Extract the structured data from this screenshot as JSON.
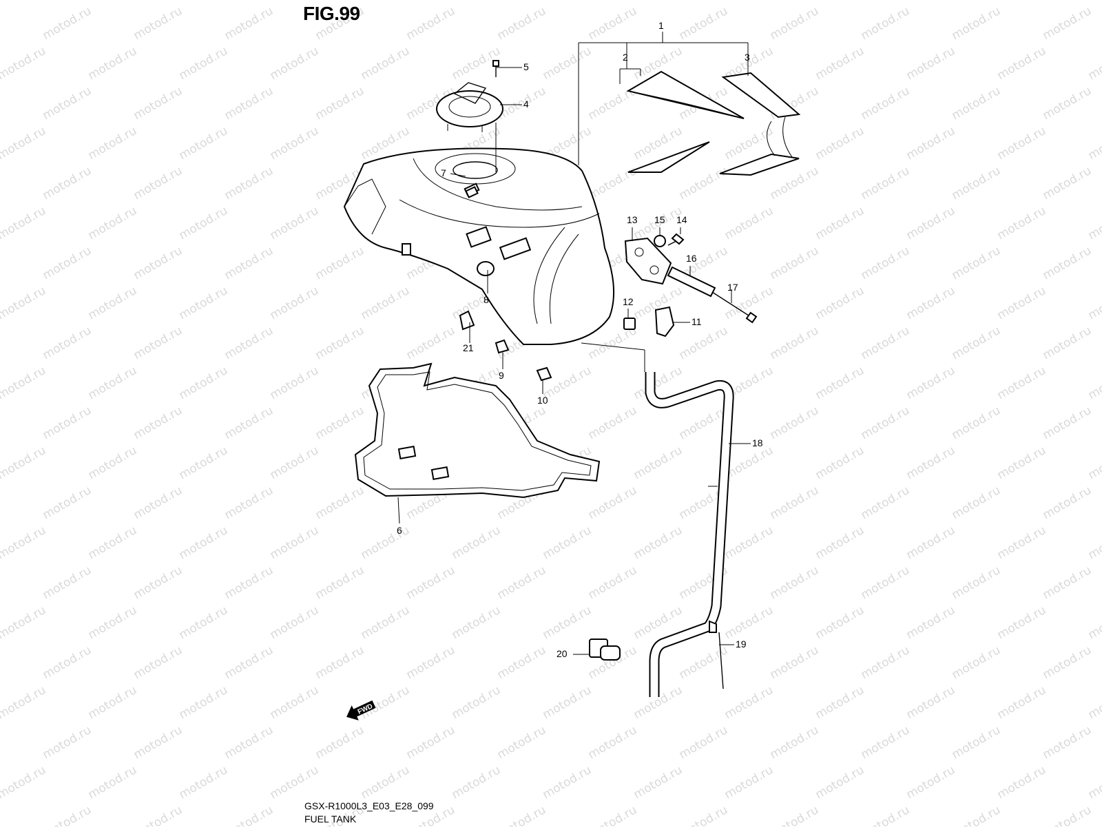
{
  "figure": {
    "title": "FIG.99",
    "model_code": "GSX-R1000L3_E03_E28_099",
    "name": "FUEL TANK"
  },
  "watermark": "motod.ru",
  "forward_arrow_label": "FWD",
  "callouts": [
    "1",
    "2",
    "3",
    "4",
    "5",
    "6",
    "7",
    "8",
    "9",
    "10",
    "11",
    "12",
    "13",
    "14",
    "15",
    "16",
    "17",
    "18",
    "19",
    "20",
    "21"
  ]
}
